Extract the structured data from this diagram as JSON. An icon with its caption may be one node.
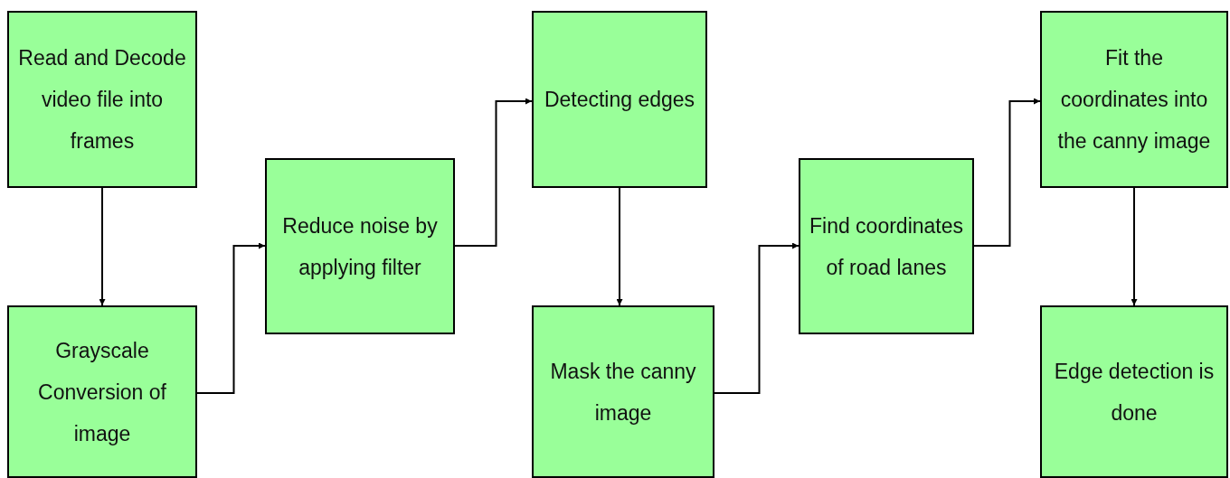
{
  "diagram": {
    "nodes": [
      {
        "text": [
          "Read and Decode video file into frames"
        ]
      },
      {
        "text": [
          "Grayscale Conversion of image"
        ]
      },
      {
        "text": [
          "Reduce noise by applying filter"
        ]
      },
      {
        "text": [
          "Detecting edges"
        ]
      },
      {
        "text": [
          "Mask the canny image"
        ]
      },
      {
        "text": [
          "Find coordinates of road lanes"
        ]
      },
      {
        "text": [
          "Fit the coordinates into the canny image"
        ]
      },
      {
        "text": [
          "Edge detection is done"
        ]
      }
    ],
    "edges": [
      {
        "from": 0,
        "to": 1,
        "arrow": "to"
      },
      {
        "from": 1,
        "to": 2,
        "arrow": "to"
      },
      {
        "from": 2,
        "to": 3,
        "arrow": "to"
      },
      {
        "from": 3,
        "to": 4,
        "arrow": "to"
      },
      {
        "from": 4,
        "to": 5,
        "arrow": "to"
      },
      {
        "from": 5,
        "to": 6,
        "arrow": "to"
      },
      {
        "from": 6,
        "to": 7,
        "arrow": "to"
      }
    ]
  }
}
